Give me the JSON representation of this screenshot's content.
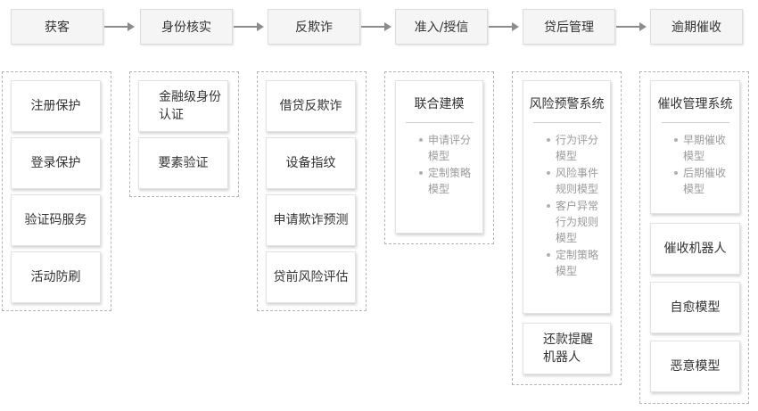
{
  "stages": [
    {
      "label": "获客"
    },
    {
      "label": "身份核实"
    },
    {
      "label": "反欺诈"
    },
    {
      "label": "准入/授信"
    },
    {
      "label": "贷后管理"
    },
    {
      "label": "逾期催收"
    }
  ],
  "groups": {
    "acquisition": {
      "cards": [
        "注册保护",
        "登录保护",
        "验证码服务",
        "活动防刷"
      ]
    },
    "identity": {
      "cards": [
        "金融级身份\n认证",
        "要素验证"
      ]
    },
    "antifraud": {
      "cards": [
        "借贷反欺诈",
        "设备指纹",
        "申请欺诈预测",
        "贷前风险评估"
      ]
    },
    "credit": {
      "system": {
        "title": "联合建模",
        "items": [
          "申请评分\n模型",
          "定制策略\n模型"
        ]
      }
    },
    "postloan": {
      "system": {
        "title": "风险预警系统",
        "items": [
          "行为评分\n模型",
          "风险事件\n规则模型",
          "客户异常\n行为规则\n模型",
          "定制策略\n模型"
        ]
      },
      "cards": [
        "还款提醒\n机器人"
      ]
    },
    "collection": {
      "system": {
        "title": "催收管理系统",
        "items": [
          "早期催收\n模型",
          "后期催收\n模型"
        ]
      },
      "cards": [
        "催收机器人",
        "自愈模型",
        "恶意模型"
      ]
    }
  }
}
